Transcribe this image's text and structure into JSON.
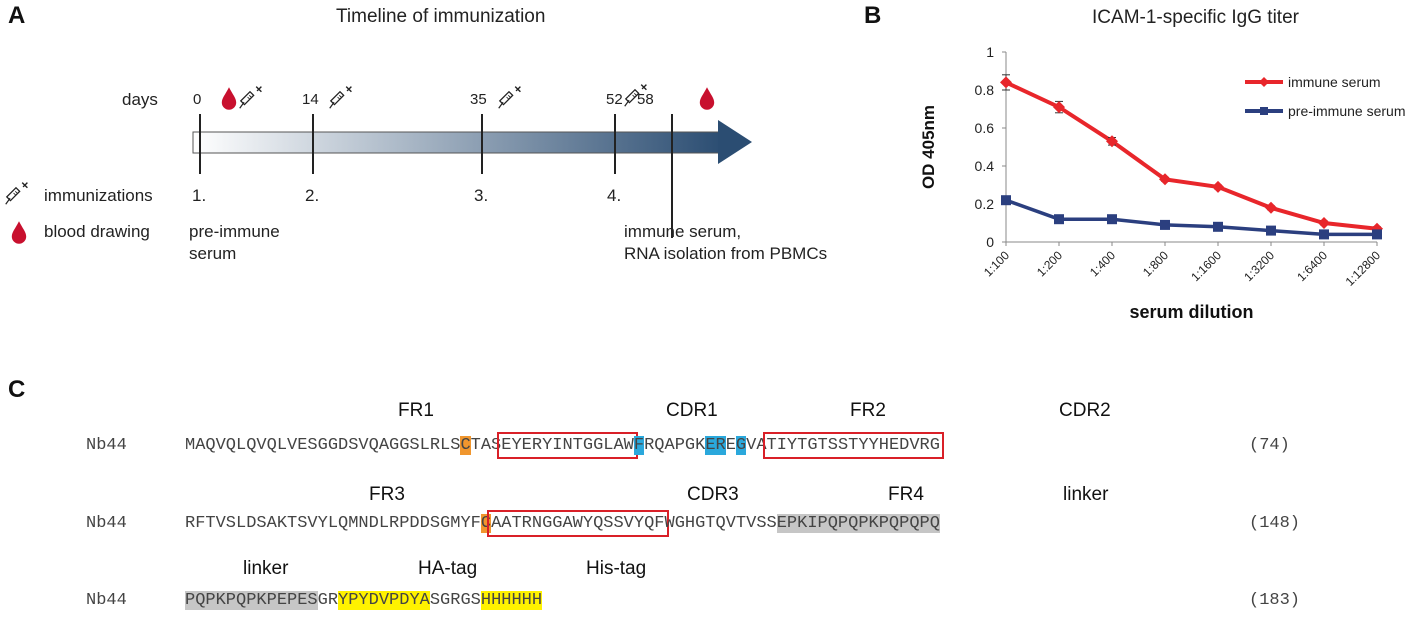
{
  "panelA": {
    "letter": "A",
    "title": "Timeline of immunization",
    "days_label": "days",
    "days": [
      "0",
      "14",
      "35",
      "52",
      "58"
    ],
    "immunization_numbers": [
      "1.",
      "2.",
      "3.",
      "4."
    ],
    "legend": {
      "immunizations": "immunizations",
      "blood_drawing": "blood drawing"
    },
    "pre_immune_line1": "pre-immune",
    "pre_immune_line2": "serum",
    "immune_line1": "immune serum,",
    "immune_line2": "RNA isolation from PBMCs",
    "colors": {
      "arrow_start": "#ffffff",
      "arrow_end": "#2b4d72",
      "blood": "#c8102e"
    }
  },
  "panelB": {
    "letter": "B",
    "title": "ICAM-1-specific IgG titer"
  },
  "chart_data": {
    "type": "line",
    "title": "ICAM-1-specific IgG titer",
    "xlabel": "serum dilution",
    "ylabel": "OD 405nm",
    "ylim": [
      0,
      1
    ],
    "yticks": [
      "0",
      "0.2",
      "0.4",
      "0.6",
      "0.8",
      "1"
    ],
    "categories": [
      "1:100",
      "1:200",
      "1:400",
      "1:800",
      "1:1600",
      "1:3200",
      "1:6400",
      "1:12800"
    ],
    "legend_position": "top-right",
    "series": [
      {
        "name": "immune serum",
        "color": "#e8262b",
        "marker": "diamond",
        "values": [
          0.84,
          0.71,
          0.53,
          0.33,
          0.29,
          0.18,
          0.1,
          0.07
        ],
        "errors": [
          0.04,
          0.03,
          0.02,
          0.01,
          0.01,
          0.01,
          0.01,
          0.01
        ]
      },
      {
        "name": "pre-immune serum",
        "color": "#2b3f7f",
        "marker": "square",
        "values": [
          0.22,
          0.12,
          0.12,
          0.09,
          0.08,
          0.06,
          0.04,
          0.04
        ]
      }
    ]
  },
  "panelC": {
    "letter": "C",
    "rows": [
      {
        "name": "Nb44",
        "count": "(74)",
        "labels": [
          "FR1",
          "CDR1",
          "FR2",
          "CDR2"
        ],
        "segments": [
          "MAQVQLQVQLVESGGDSVQAGGSLRLS",
          "C",
          "TAS",
          "EYERYINTGGLAW",
          "F",
          "RQAPGK",
          "ER",
          "E",
          "G",
          "VA",
          "TIYTGTSSTYYHEDVRG"
        ]
      },
      {
        "name": "Nb44",
        "count": "(148)",
        "labels": [
          "FR3",
          "CDR3",
          "FR4",
          "linker"
        ],
        "segments": [
          "RFTVSLDSAKTSVYLQMNDLRPDDSGMYF",
          "C",
          "AATRNGGAWYQSSVYQF",
          "WGHGTQVTVSS",
          "EPKIPQPQPKPQPQPQ"
        ]
      },
      {
        "name": "Nb44",
        "count": "(183)",
        "labels": [
          "linker",
          "HA-tag",
          "His-tag"
        ],
        "segments": [
          "PQPKPQPKPEPES",
          "GR",
          "YPYDVPDYA",
          "SGRGS",
          "HHHHHH"
        ]
      }
    ],
    "colors": {
      "cys": "#f0962e",
      "fr2_hallmark": "#2aa8dc",
      "cdr_box": "#d92028",
      "linker": "#c6c6c6",
      "tag": "#fff200"
    }
  }
}
